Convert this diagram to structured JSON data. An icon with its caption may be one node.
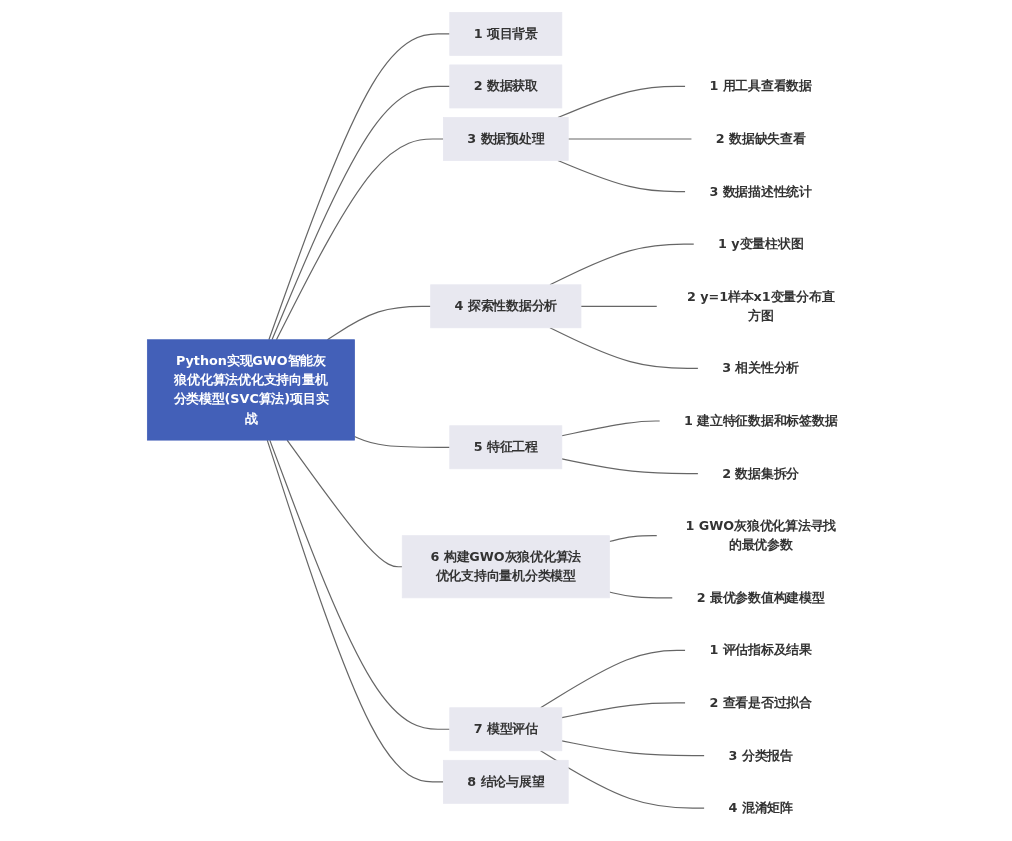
{
  "diagram": {
    "nodes": [
      {
        "text": [
          "Python实现GWO智能灰狼优化算法优化支持向量机分类模型(SVC算法)项目实战"
        ]
      },
      {
        "text": [
          "1",
          "项目背景"
        ]
      },
      {
        "text": [
          "2",
          "数据获取"
        ]
      },
      {
        "text": [
          "3",
          "数据预处理"
        ]
      },
      {
        "text": [
          "1",
          "用工具查看数据"
        ]
      },
      {
        "text": [
          "2",
          "数据缺失查看"
        ]
      },
      {
        "text": [
          "3",
          "数据描述性统计"
        ]
      },
      {
        "text": [
          "4",
          "探索性数据分析"
        ]
      },
      {
        "text": [
          "1",
          "y变量柱状图"
        ]
      },
      {
        "text": [
          "2",
          "y=1样本x1变量分布直方图"
        ]
      },
      {
        "text": [
          "3",
          "相关性分析"
        ]
      },
      {
        "text": [
          "5",
          "特征工程"
        ]
      },
      {
        "text": [
          "1",
          "建立特征数据和标签数据"
        ]
      },
      {
        "text": [
          "2",
          "数据集拆分"
        ]
      },
      {
        "text": [
          "6",
          "构建GWO灰狼优化算法优化支持向量机分类模型"
        ]
      },
      {
        "text": [
          "1",
          "GWO灰狼优化算法寻找的最优参数"
        ]
      },
      {
        "text": [
          "2",
          "最优参数值构建模型"
        ]
      },
      {
        "text": [
          "7",
          "模型评估"
        ]
      },
      {
        "text": [
          "1",
          "评估指标及结果"
        ]
      },
      {
        "text": [
          "2",
          "查看是否过拟合"
        ]
      },
      {
        "text": [
          "3",
          "分类报告"
        ]
      },
      {
        "text": [
          "4",
          "混淆矩阵"
        ]
      },
      {
        "text": [
          "8",
          "结论与展望"
        ]
      }
    ],
    "edges": [
      {
        "from": 0,
        "to": 1,
        "arrow": "none"
      },
      {
        "from": 0,
        "to": 2,
        "arrow": "none"
      },
      {
        "from": 0,
        "to": 3,
        "arrow": "none"
      },
      {
        "from": 3,
        "to": 4,
        "arrow": "none"
      },
      {
        "from": 3,
        "to": 5,
        "arrow": "none"
      },
      {
        "from": 3,
        "to": 6,
        "arrow": "none"
      },
      {
        "from": 0,
        "to": 7,
        "arrow": "none"
      },
      {
        "from": 7,
        "to": 8,
        "arrow": "none"
      },
      {
        "from": 7,
        "to": 9,
        "arrow": "none"
      },
      {
        "from": 7,
        "to": 10,
        "arrow": "none"
      },
      {
        "from": 0,
        "to": 11,
        "arrow": "none"
      },
      {
        "from": 11,
        "to": 12,
        "arrow": "none"
      },
      {
        "from": 11,
        "to": 13,
        "arrow": "none"
      },
      {
        "from": 0,
        "to": 14,
        "arrow": "none"
      },
      {
        "from": 14,
        "to": 15,
        "arrow": "none"
      },
      {
        "from": 14,
        "to": 16,
        "arrow": "none"
      },
      {
        "from": 0,
        "to": 17,
        "arrow": "none"
      },
      {
        "from": 17,
        "to": 18,
        "arrow": "none"
      },
      {
        "from": 17,
        "to": 19,
        "arrow": "none"
      },
      {
        "from": 17,
        "to": 20,
        "arrow": "none"
      },
      {
        "from": 17,
        "to": 21,
        "arrow": "none"
      },
      {
        "from": 0,
        "to": 22,
        "arrow": "none"
      }
    ]
  }
}
